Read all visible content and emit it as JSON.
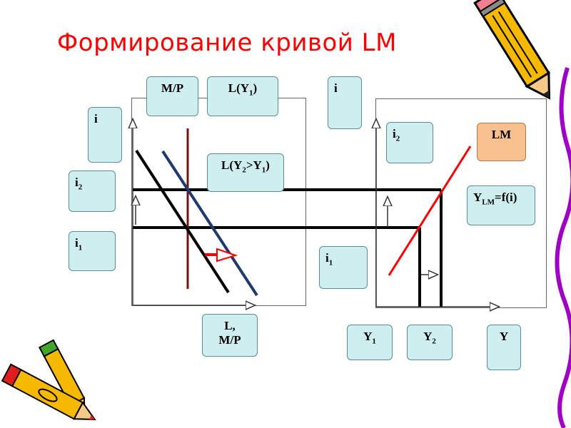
{
  "title": "Формирование кривой LM",
  "labels": {
    "mp": "M/P",
    "ly1": {
      "main": "L(Y",
      "sub": "1",
      "end": ")"
    },
    "ly2": {
      "a": "L(Y",
      "s2": "2",
      "b": ">Y",
      "s1": "1",
      "c": ")"
    },
    "i_left": "i",
    "i2_left": {
      "main": "i",
      "sub": "2"
    },
    "i1_left": {
      "main": "i",
      "sub": "1"
    },
    "l_mp_line1": "L,",
    "l_mp_line2": "M/P",
    "i_right": "i",
    "i2_right": {
      "main": "i",
      "sub": "2"
    },
    "i1_right": {
      "main": "i",
      "sub": "1"
    },
    "lm": "LM",
    "ylm": {
      "main": "Y",
      "sub": "LM",
      "end": "=f(i)"
    },
    "y1": {
      "main": "Y",
      "sub": "1"
    },
    "y2": {
      "main": "Y",
      "sub": "2"
    },
    "y": "Y"
  },
  "colors": {
    "title": "#ff0000",
    "box_fill": "#cfeef0",
    "lm_box_fill": "#f8c08f",
    "demand_y1": "#000000",
    "demand_y2": "#1f3a6e",
    "money_supply": "#7a1010",
    "lm_curve": "#ff0000",
    "shift_arrow": "#ff0000"
  },
  "decorations": [
    "pencil-icon-top-right",
    "crayons-icon-bottom-left"
  ]
}
